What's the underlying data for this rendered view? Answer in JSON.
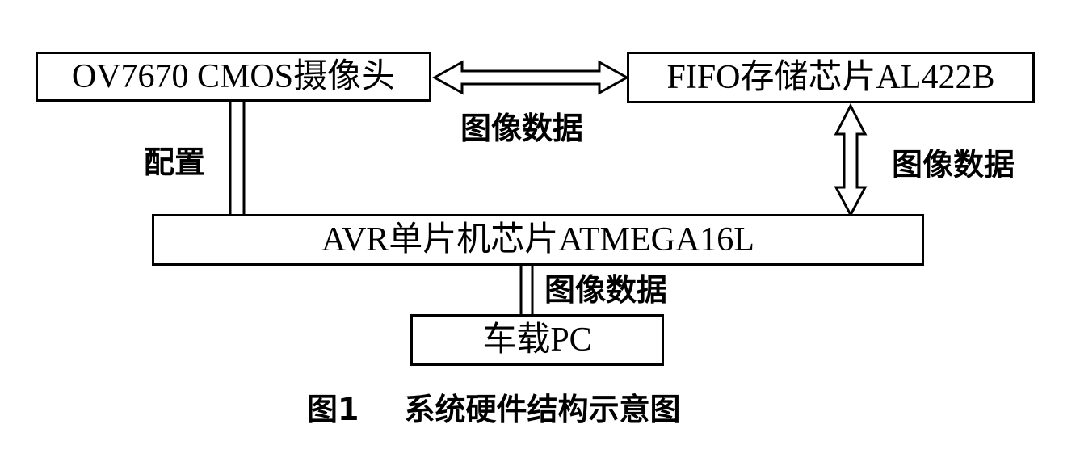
{
  "nodes": {
    "camera": "OV7670 CMOS摄像头",
    "fifo": "FIFO存储芯片AL422B",
    "mcu": "AVR单片机芯片ATMEGA16L",
    "pc": "车载PC"
  },
  "edges": {
    "camera_fifo": "图像数据",
    "fifo_mcu": "图像数据",
    "camera_mcu": "配置",
    "mcu_pc": "图像数据"
  },
  "caption": {
    "number": "图1",
    "title": "系统硬件结构示意图"
  }
}
